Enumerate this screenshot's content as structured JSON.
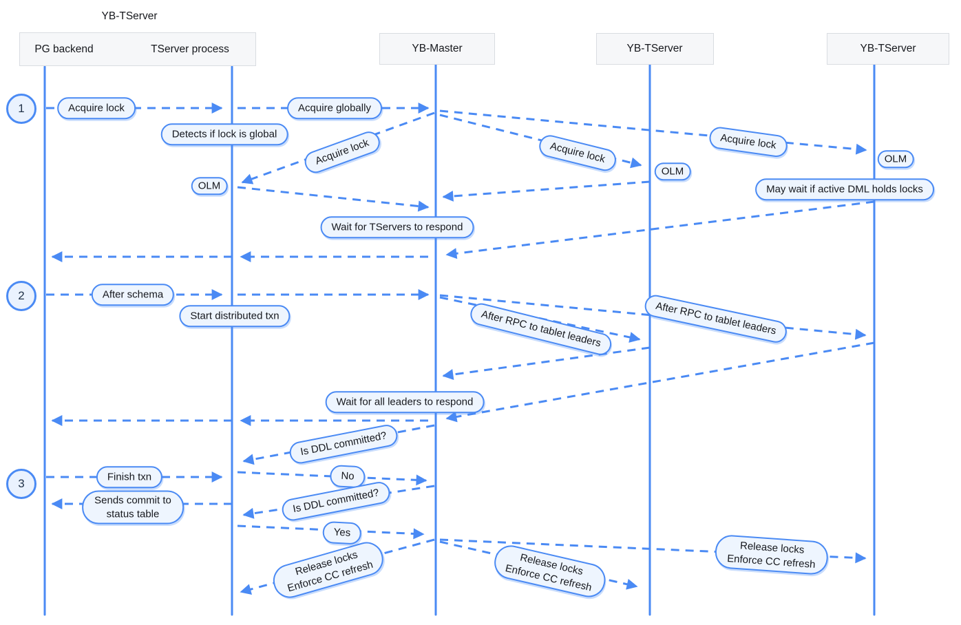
{
  "colors": {
    "accent": "#4a8af4",
    "pill_fill": "#eef5fe",
    "header_fill": "#f6f7f9",
    "header_border": "#d9dce1",
    "text": "#1c2430"
  },
  "header": {
    "group_title": "YB-TServer",
    "participants": {
      "pg": "PG backend",
      "tserver_process": "TServer process",
      "master": "YB-Master",
      "tserver2": "YB-TServer",
      "tserver3": "YB-TServer"
    }
  },
  "steps": {
    "s1": "1",
    "s2": "2",
    "s3": "3"
  },
  "messages": {
    "acquire_lock_pg": "Acquire lock",
    "acquire_globally": "Acquire globally",
    "detects_global": "Detects if lock is global",
    "acquire_lock_local": "Acquire lock",
    "acquire_lock_ts2": "Acquire lock",
    "acquire_lock_ts3": "Acquire lock",
    "olm_local": "OLM",
    "olm_ts2": "OLM",
    "olm_ts3": "OLM",
    "may_wait": "May wait if active DML holds locks",
    "wait_tservers": "Wait for TServers to respond",
    "after_schema": "After schema",
    "start_txn": "Start distributed txn",
    "after_rpc_ts2": "After RPC to tablet leaders",
    "after_rpc_ts3": "After RPC to tablet leaders",
    "wait_leaders": "Wait for all leaders to respond",
    "is_ddl_committed_1": "Is DDL committed?",
    "no": "No",
    "finish_txn": "Finish txn",
    "sends_commit": {
      "line1": "Sends commit to",
      "line2": "status table"
    },
    "is_ddl_committed_2": "Is DDL committed?",
    "yes": "Yes",
    "release_local": {
      "line1": "Release locks",
      "line2": "Enforce CC refresh"
    },
    "release_ts2": {
      "line1": "Release locks",
      "line2": "Enforce CC refresh"
    },
    "release_ts3": {
      "line1": "Release locks",
      "line2": "Enforce CC refresh"
    }
  }
}
